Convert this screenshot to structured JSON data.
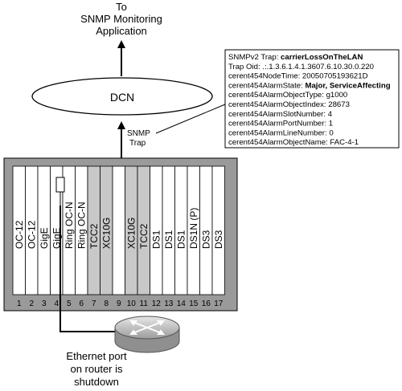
{
  "top_label": {
    "line1": "To",
    "line2": "SNMP Monitoring",
    "line3": "Application"
  },
  "dcn_label": "DCN",
  "snmp_trap_label": {
    "line1": "SNMP",
    "line2": "Trap"
  },
  "trap_box": {
    "lines": [
      {
        "key": "SNMPv2 Trap: ",
        "value": "carrierLossOnTheLAN",
        "bold_value": true
      },
      {
        "key": "Trap Oid: .:.1.3.6.1.4.1.3607.6.10.30.0.220",
        "value": "",
        "bold_value": false
      },
      {
        "key": "cerent454NodeTime: 20050705193621D",
        "value": "",
        "bold_value": false
      },
      {
        "key": "cerent454AlarmState: ",
        "value": "Major, ServiceAffecting",
        "bold_value": true
      },
      {
        "key": "cerent454AlarmObjectType: g1000",
        "value": "",
        "bold_value": false
      },
      {
        "key": "cerent454AlarmObjectIndex: 28673",
        "value": "",
        "bold_value": false
      },
      {
        "key": "cerent454AlarmSlotNumber: 4",
        "value": "",
        "bold_value": false
      },
      {
        "key": "cerent454AlarmPortNumber: 1",
        "value": "",
        "bold_value": false
      },
      {
        "key": "cerent454AlarmLineNumber: 0",
        "value": "",
        "bold_value": false
      },
      {
        "key": "cerent454AlarmObjectName: FAC-4-1",
        "value": "",
        "bold_value": false
      }
    ]
  },
  "shelf": {
    "slots": [
      {
        "number": "1",
        "card": "OC-12",
        "highlight": false
      },
      {
        "number": "2",
        "card": "OC-12",
        "highlight": false
      },
      {
        "number": "3",
        "card": "GigE",
        "highlight": false
      },
      {
        "number": "4",
        "card": "GigE",
        "highlight": false
      },
      {
        "number": "5",
        "card": "",
        "highlight": false
      },
      {
        "number": "6",
        "card": "Ring OC-N",
        "highlight": false
      },
      {
        "number": "7",
        "card": "TCC2",
        "highlight": true
      },
      {
        "number": "8",
        "card": "XC10G",
        "highlight": true
      },
      {
        "number": "9",
        "card": "",
        "highlight": false
      },
      {
        "number": "10",
        "card": "XC10G",
        "highlight": true
      },
      {
        "number": "11",
        "card": "TCC2",
        "highlight": true
      },
      {
        "number": "12",
        "card": "DS1",
        "highlight": false
      },
      {
        "number": "13",
        "card": "DS1",
        "highlight": false
      },
      {
        "number": "14",
        "card": "DS1",
        "highlight": false
      },
      {
        "number": "15",
        "card": "DS1N (P)",
        "highlight": false
      },
      {
        "number": "16",
        "card": "DS3",
        "highlight": false
      },
      {
        "number": "17",
        "card": "DS3",
        "highlight": false
      }
    ],
    "extra_card_label": "Ring OC-N",
    "colors": {
      "frame": "#9a9a9a",
      "card": "#ffffff",
      "highlight": "#c8c8c8"
    }
  },
  "router_caption": {
    "line1": "Ethernet port",
    "line2": "on router is",
    "line3": "shutdown"
  }
}
